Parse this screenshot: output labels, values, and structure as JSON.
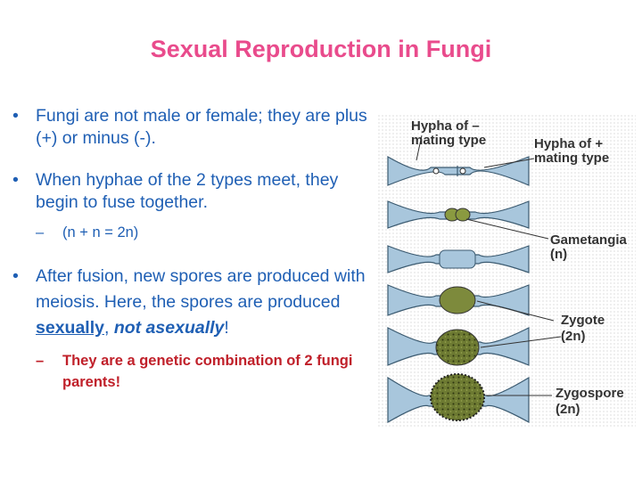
{
  "title": "Sexual Reproduction in Fungi",
  "bullets": [
    {
      "text": "Fungi are not male or female; they are plus (+) or minus (-)."
    },
    {
      "text": "When hyphae of the 2 types meet, they begin to fuse together.",
      "sub": "(n + n = 2n)"
    },
    {
      "pre": "After fusion, new spores are produced with meiosis.  Here, the spores are produced ",
      "em1": "sexually",
      "mid": ", ",
      "em2": "not asexually",
      "end": "!",
      "sub": "They are a genetic combination of 2 fungi parents!"
    }
  ],
  "glyphs": {
    "bullet": "•",
    "dash": "–"
  },
  "diagram": {
    "label_minus": "Hypha of – mating type",
    "label_plus": "Hypha of + mating type",
    "label_gametangia": "Gametangia",
    "label_gametangia_ploidy": "(n)",
    "label_zygote": "Zygote",
    "label_zygote_ploidy": "(2n)",
    "label_zygospore": "Zygospore",
    "label_zygospore_ploidy": "(2n)"
  },
  "colors": {
    "title": "#e94b8c",
    "blue": "#1f5fb4",
    "red": "#c0202a",
    "hypha": "#a8c6dc",
    "zygote": "#7d8a3c"
  }
}
